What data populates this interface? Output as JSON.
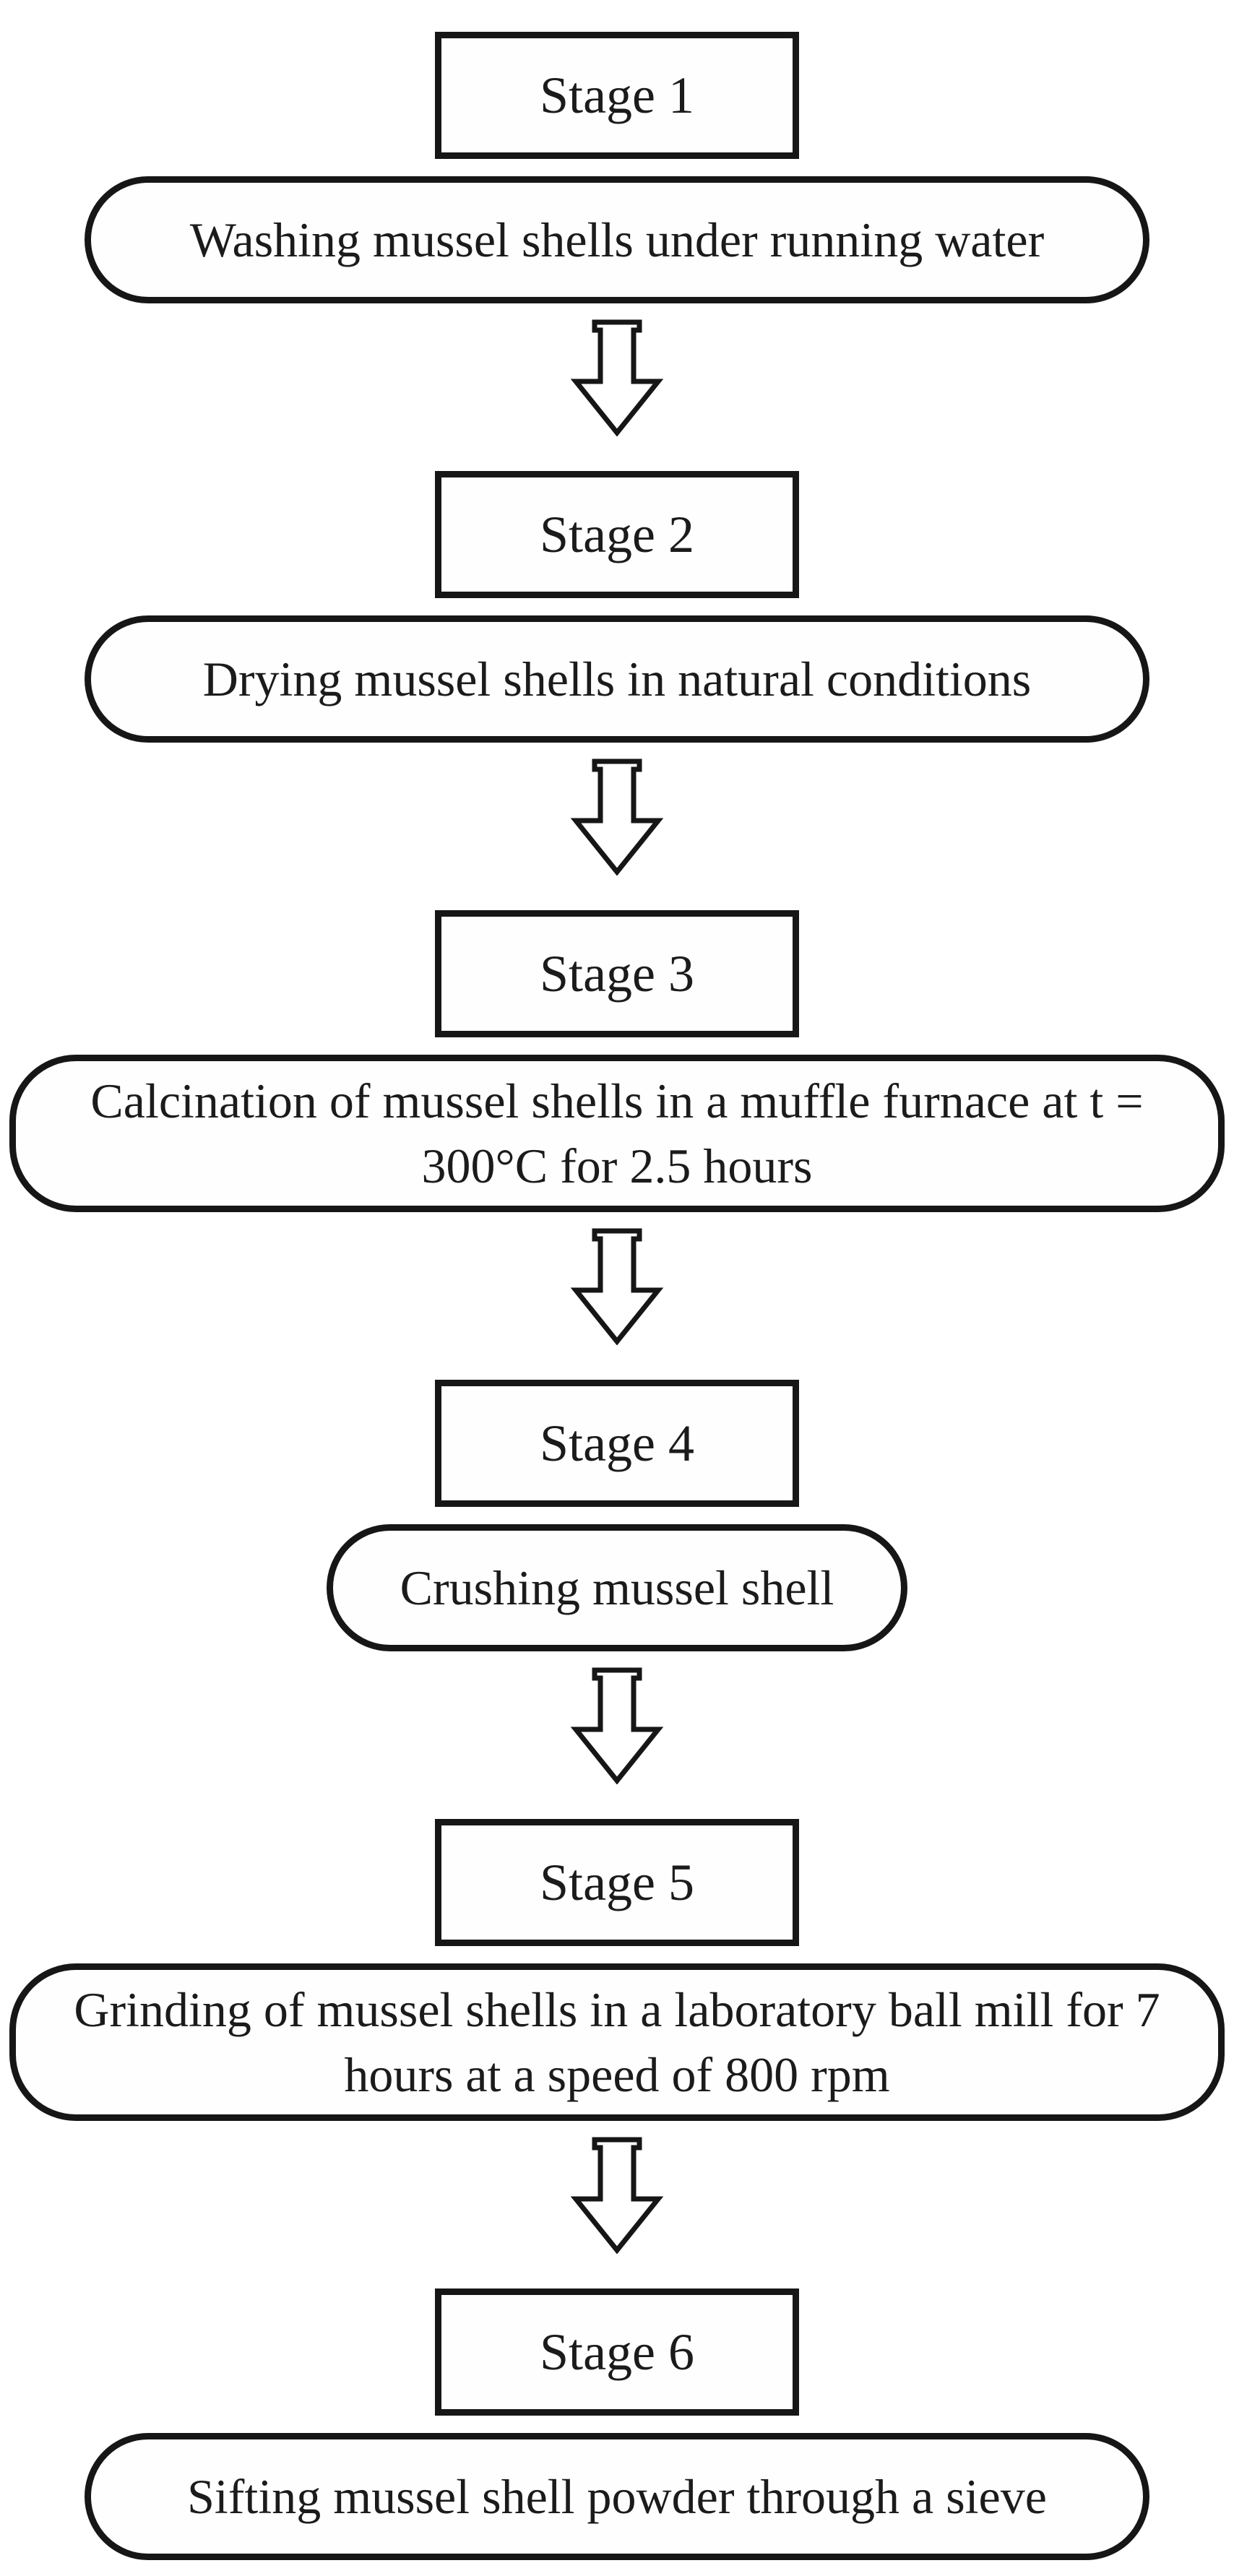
{
  "figure_colors": {
    "background": "#ffffff",
    "stroke": "#161616",
    "text": "#1b1b1b"
  },
  "icons": {
    "flow_arrow": "down-block-arrow"
  },
  "stages": [
    {
      "label": "Stage 1",
      "description": "Washing mussel shells under running water"
    },
    {
      "label": "Stage 2",
      "description": "Drying mussel shells in natural conditions"
    },
    {
      "label": "Stage 3",
      "description": "Calcination of mussel shells in a muffle furnace at t = 300°C for 2.5 hours"
    },
    {
      "label": "Stage 4",
      "description": "Crushing mussel shell"
    },
    {
      "label": "Stage 5",
      "description": "Grinding of mussel shells in a laboratory ball mill for 7 hours at a speed of 800 rpm"
    },
    {
      "label": "Stage 6",
      "description": "Sifting mussel shell powder through a sieve"
    }
  ]
}
